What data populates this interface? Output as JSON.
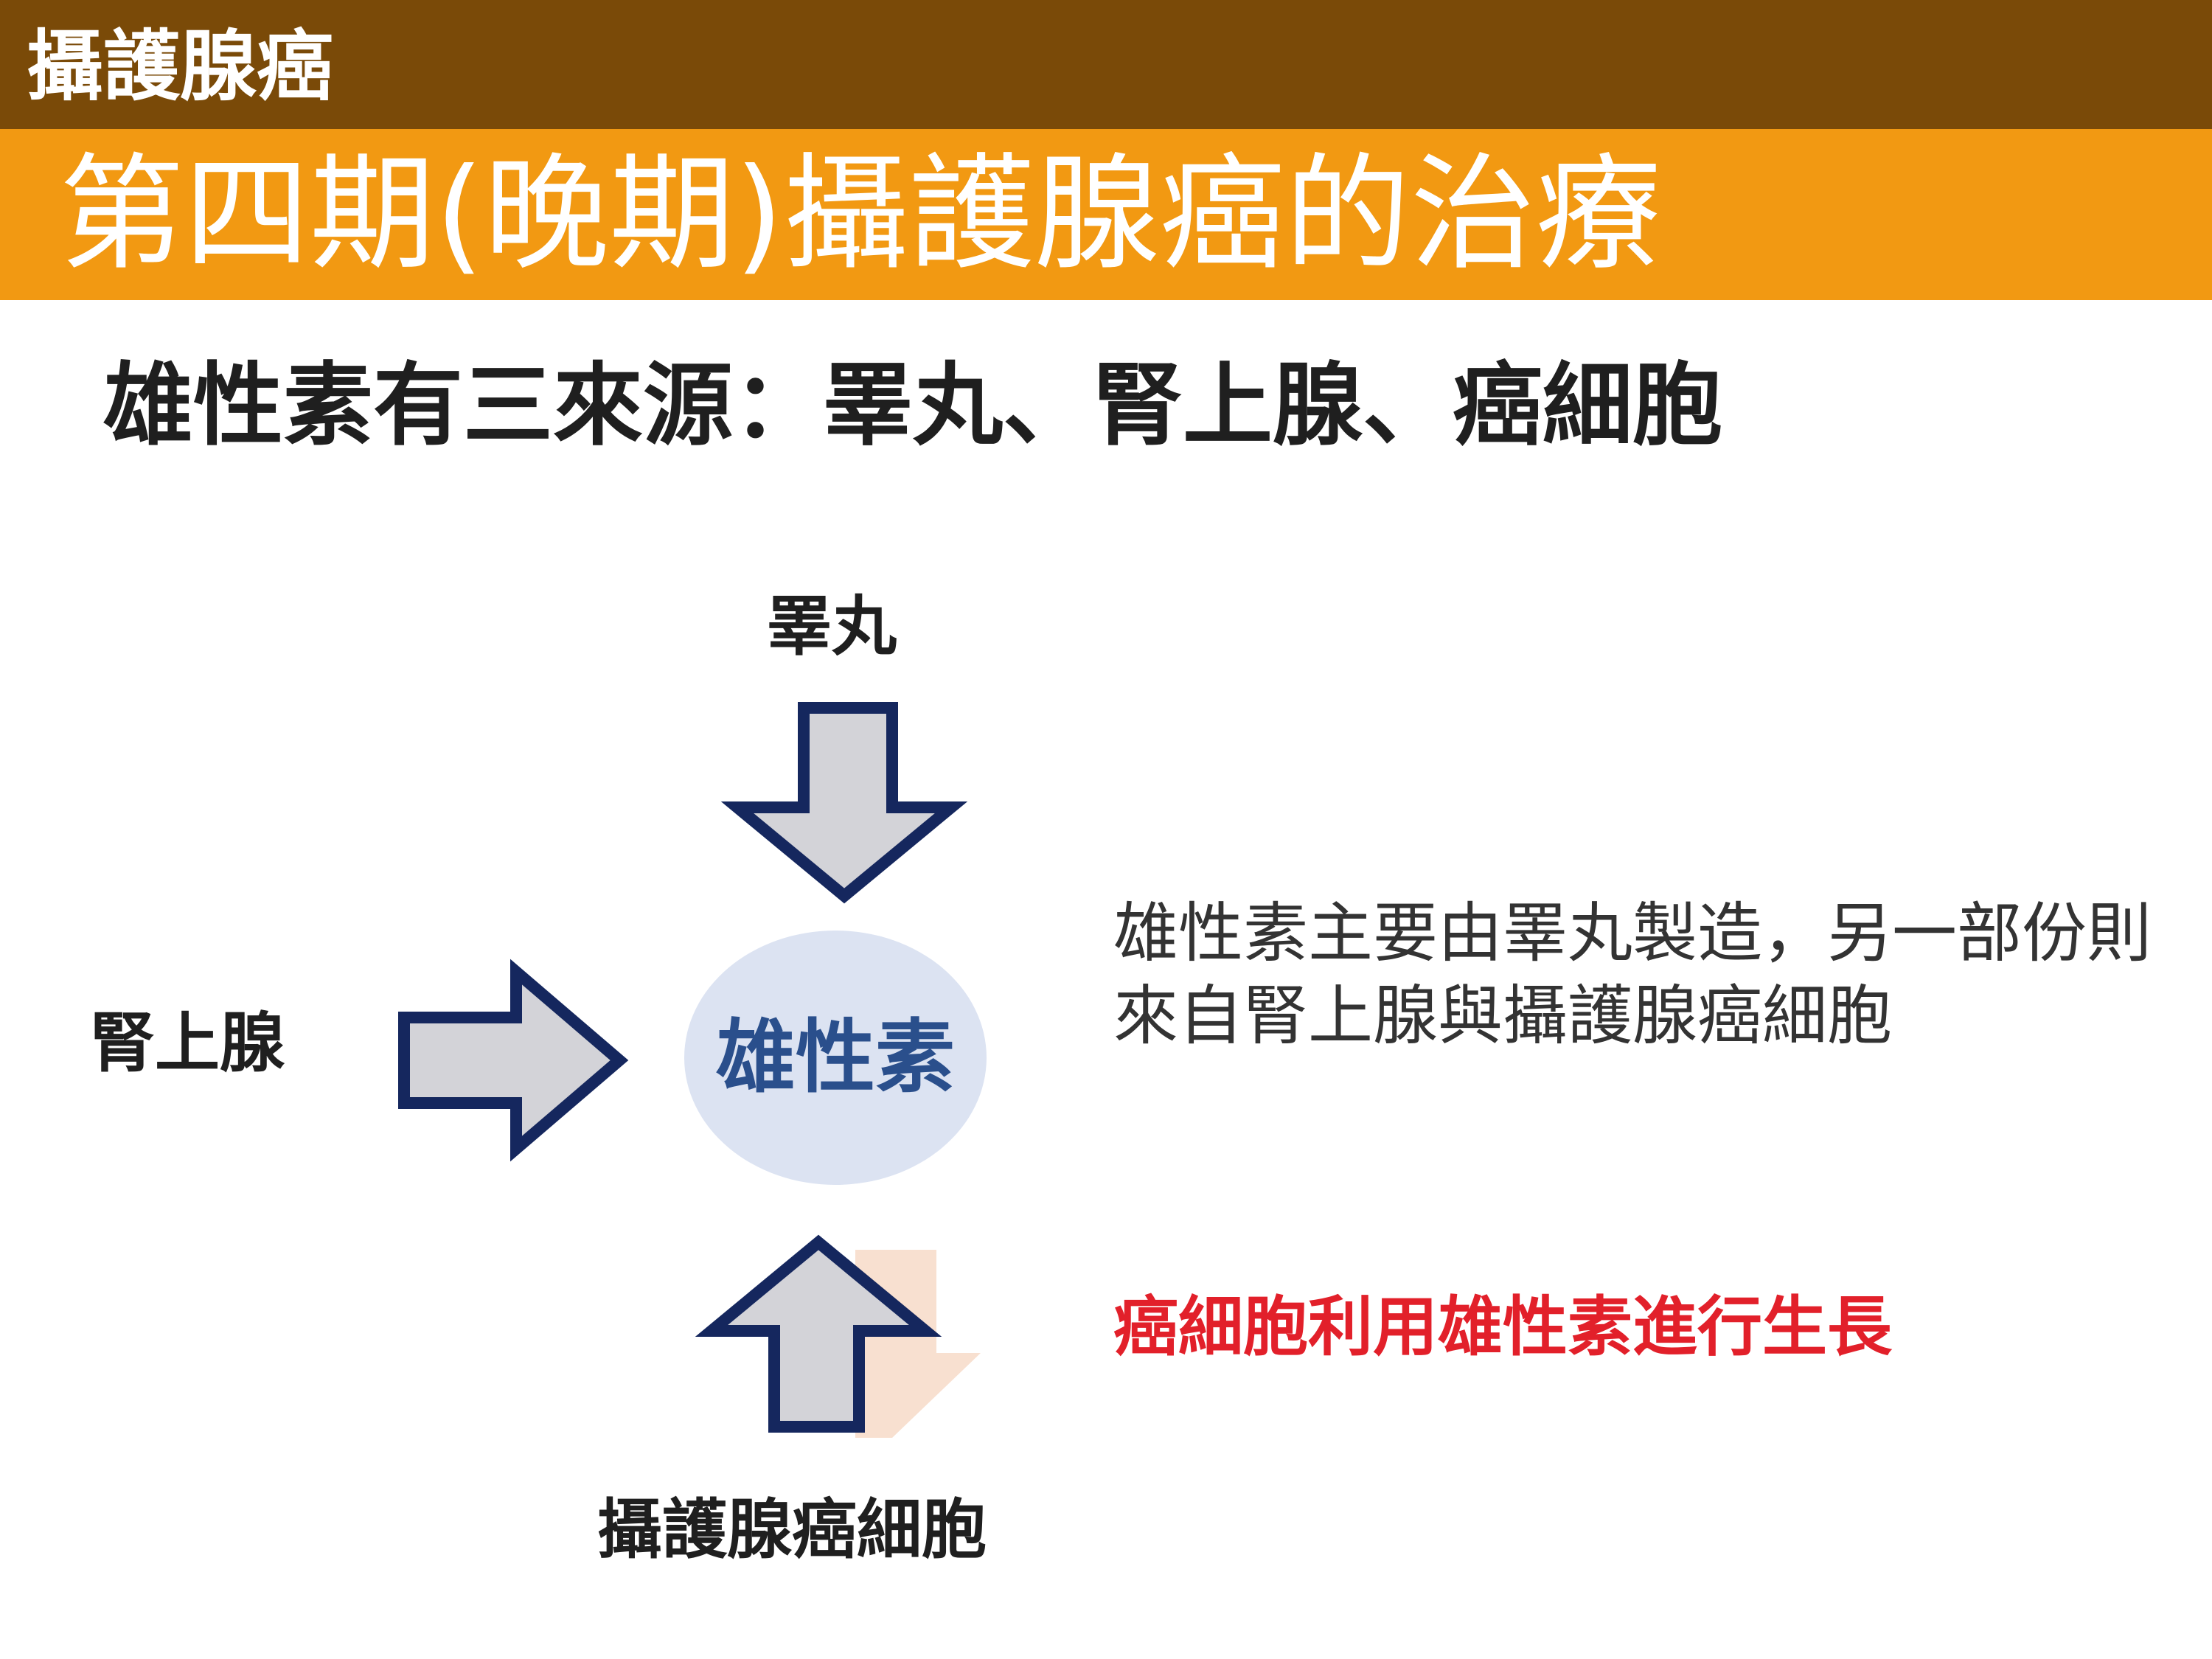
{
  "header": {
    "section": "攝護腺癌",
    "title": "第四期(晚期)攝護腺癌的治療"
  },
  "subtitle": "雄性素有三來源：睪丸、腎上腺、癌細胞",
  "diagram": {
    "center": "雄性素",
    "top_source": "睪丸",
    "left_source": "腎上腺",
    "bottom_source": "攝護腺癌細胞"
  },
  "description": "雄性素主要由睪丸製造，另一部份則來自腎上腺與攝護腺癌細胞",
  "highlight": "癌細胞利用雄性素進行生長",
  "colors": {
    "top_bar": "#7a4a08",
    "title_bar": "#f29912",
    "arrow_fill": "#d3d3d8",
    "arrow_stroke": "#15275e",
    "circle": "#dce3f2",
    "highlight": "#e2202a"
  }
}
